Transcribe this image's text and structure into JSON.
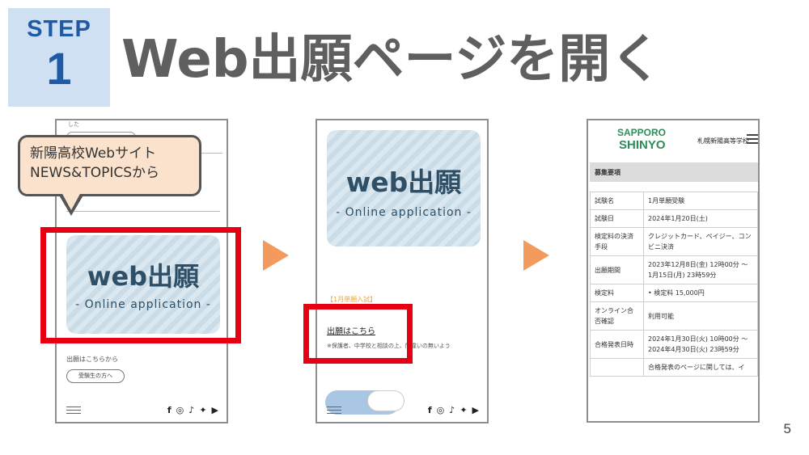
{
  "header": {
    "step_label": "STEP",
    "step_number": "1",
    "title": "Web出願ページを開く"
  },
  "page_number": "5",
  "phone1": {
    "top_text": "した",
    "banner_title": "web出願",
    "banner_subtitle": "- Online application -",
    "caption": "出願はこちらから",
    "button_label": "受験生の方へ",
    "social_icons": [
      "facebook-icon",
      "instagram-icon",
      "tiktok-icon",
      "twitter-icon",
      "youtube-icon"
    ]
  },
  "callout": {
    "line1": "新陽高校Webサイト",
    "line2": "NEWS&TOPICSから"
  },
  "phone2": {
    "banner_title": "web出願",
    "banner_subtitle": "- Online application -",
    "category": "【1月単願入試】",
    "link_text": "出願はこちら",
    "note": "※保護者、中学校と相談の上、間違いの無いよう"
  },
  "phone3": {
    "logo_line1": "SAPPORO",
    "logo_line2": "SHINYO",
    "school_name": "札幌新陽高等学校",
    "section_title": "募集要項",
    "rows": [
      {
        "key": "試験名",
        "value": "1月単願受験"
      },
      {
        "key": "試験日",
        "value": "2024年1月20日(土)"
      },
      {
        "key": "検定料の決済手段",
        "value": "クレジットカード、ペイジー、コンビニ決済"
      },
      {
        "key": "出願期間",
        "value": "2023年12月8日(金) 12時00分 〜 1月15日(月) 23時59分"
      },
      {
        "key": "検定料",
        "value": "• 検定料 15,000円"
      },
      {
        "key": "オンライン合否確認",
        "value": "利用可能"
      },
      {
        "key": "合格発表日時",
        "value": "2024年1月30日(火) 10時00分 〜 2024年4月30日(火) 23時59分"
      },
      {
        "key": "",
        "value": "合格発表のページに関しては、イ"
      }
    ]
  },
  "colors": {
    "step_bg": "#cfe0f2",
    "step_text": "#1f5aa6",
    "title": "#5f5f5f",
    "highlight_red": "#e60012",
    "arrow_orange": "#f39a5e",
    "callout_bg": "#fbe2cc"
  }
}
